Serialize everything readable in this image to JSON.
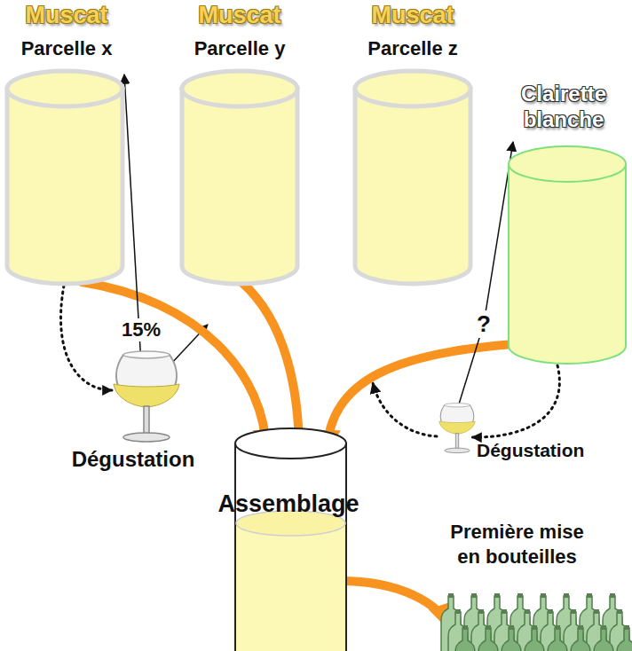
{
  "diagram": {
    "nodes": [
      {
        "text": [
          "Muscat",
          "Parcelle x"
        ]
      },
      {
        "text": [
          "Muscat",
          "Parcelle y"
        ]
      },
      {
        "text": [
          "Muscat",
          "Parcelle z"
        ]
      },
      {
        "text": [
          "Clairette blanche"
        ]
      },
      {
        "text": [
          "Dégustation"
        ]
      },
      {
        "text": [
          "Dégustation"
        ]
      },
      {
        "text": [
          "Assemblage"
        ]
      },
      {
        "text": [
          "Première mise en bouteilles"
        ]
      }
    ],
    "edges": [
      {
        "from": 0,
        "to": 6,
        "arrow": "to"
      },
      {
        "from": 1,
        "to": 6,
        "arrow": "to"
      },
      {
        "from": 3,
        "to": 6,
        "arrow": "to"
      },
      {
        "from": 0,
        "to": 4,
        "arrow": "to"
      },
      {
        "from": 3,
        "to": 5,
        "arrow": "to"
      },
      {
        "from": 4,
        "to": 0,
        "label": "15%",
        "arrow": "to"
      },
      {
        "from": 5,
        "to": 3,
        "label": "?",
        "arrow": "to"
      },
      {
        "from": 6,
        "to": 7,
        "arrow": "to"
      }
    ]
  }
}
